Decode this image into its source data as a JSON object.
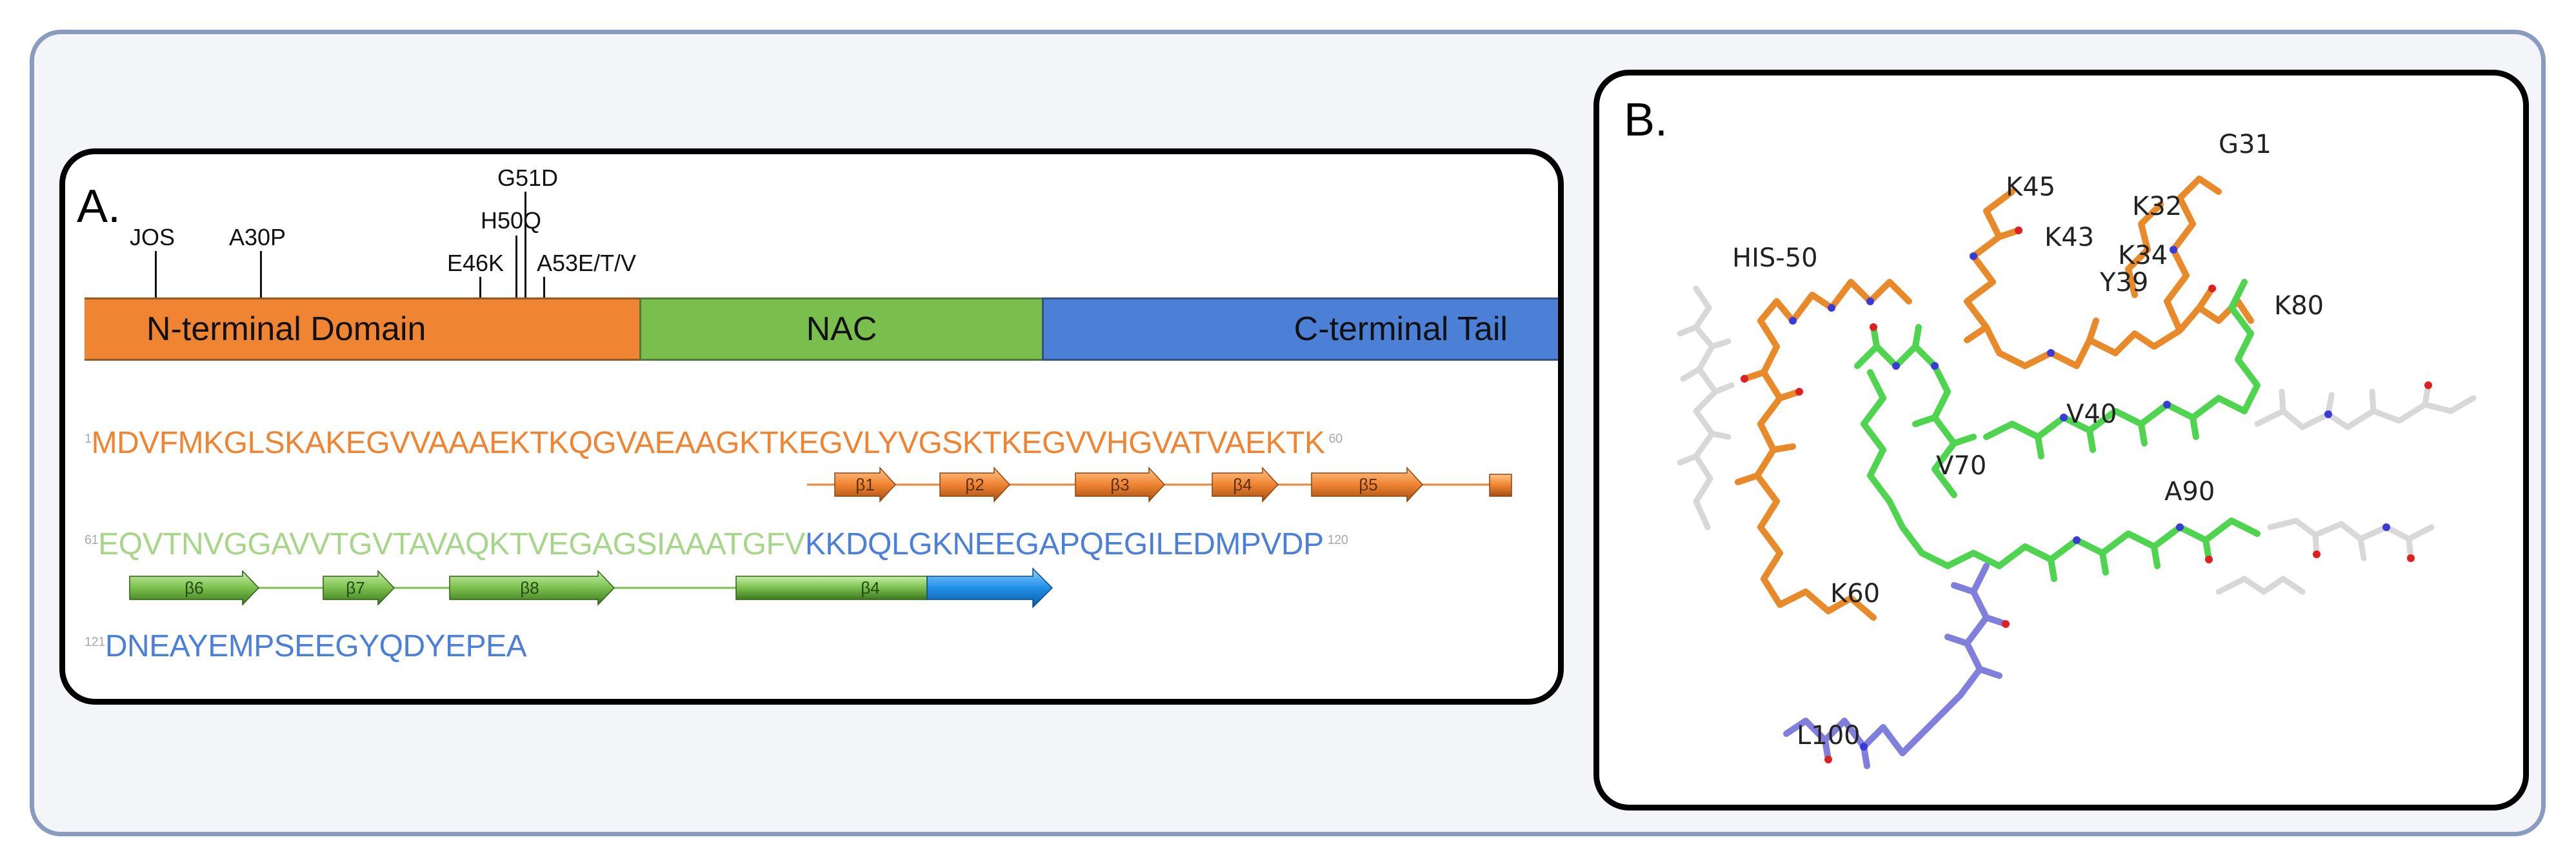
{
  "panel_a": {
    "letter": "A.",
    "mutations": [
      {
        "label": "JOS"
      },
      {
        "label": "A30P"
      },
      {
        "label": "E46K"
      },
      {
        "label": "H50Q"
      },
      {
        "label": "G51D"
      },
      {
        "label": "A53E/T/V"
      }
    ],
    "domains": {
      "n_terminal": "N-terminal Domain",
      "nac": "NAC",
      "c_terminal": "C-terminal Tail"
    },
    "sequence": {
      "line1": {
        "start": "1",
        "end": "60",
        "orange": "MDVFMKGLSKAKEGVVAAAEKTKQGVAEAAGKTKEGVLYVGSKTKEGVVHGVATVAEKTK"
      },
      "line2": {
        "start": "61",
        "end": "120",
        "green": "EQVTNVGGAVVTGVTAVAQKTVEGAGSIAAATGFV",
        "blue": "KKDQLGKNEEGAPQEGILEDMPVDP"
      },
      "line3": {
        "start": "121",
        "blue": "DNEAYEMPSEEGYQDYEPEA"
      }
    },
    "strands": [
      "β1",
      "β2",
      "β3",
      "β4",
      "β5",
      "β6",
      "β7",
      "β8",
      "β4"
    ],
    "colors": {
      "orange": "#ef8432",
      "green": "#7abf4e",
      "light_green": "#a7d58a",
      "blue": "#4c7fd6",
      "light_blue": "#1f8fe6"
    }
  },
  "panel_b": {
    "letter": "B.",
    "residue_labels": [
      "HIS-50",
      "K45",
      "K43",
      "G31",
      "K32",
      "K34",
      "Y39",
      "K80",
      "V40",
      "V70",
      "A90",
      "K60",
      "L100"
    ],
    "colors": {
      "orange": "#e8892a",
      "green": "#4fd44f",
      "blue": "#8080dc",
      "white": "#d8d8d8",
      "nitrogen": "#3a3ad8",
      "oxygen": "#e02020"
    }
  }
}
